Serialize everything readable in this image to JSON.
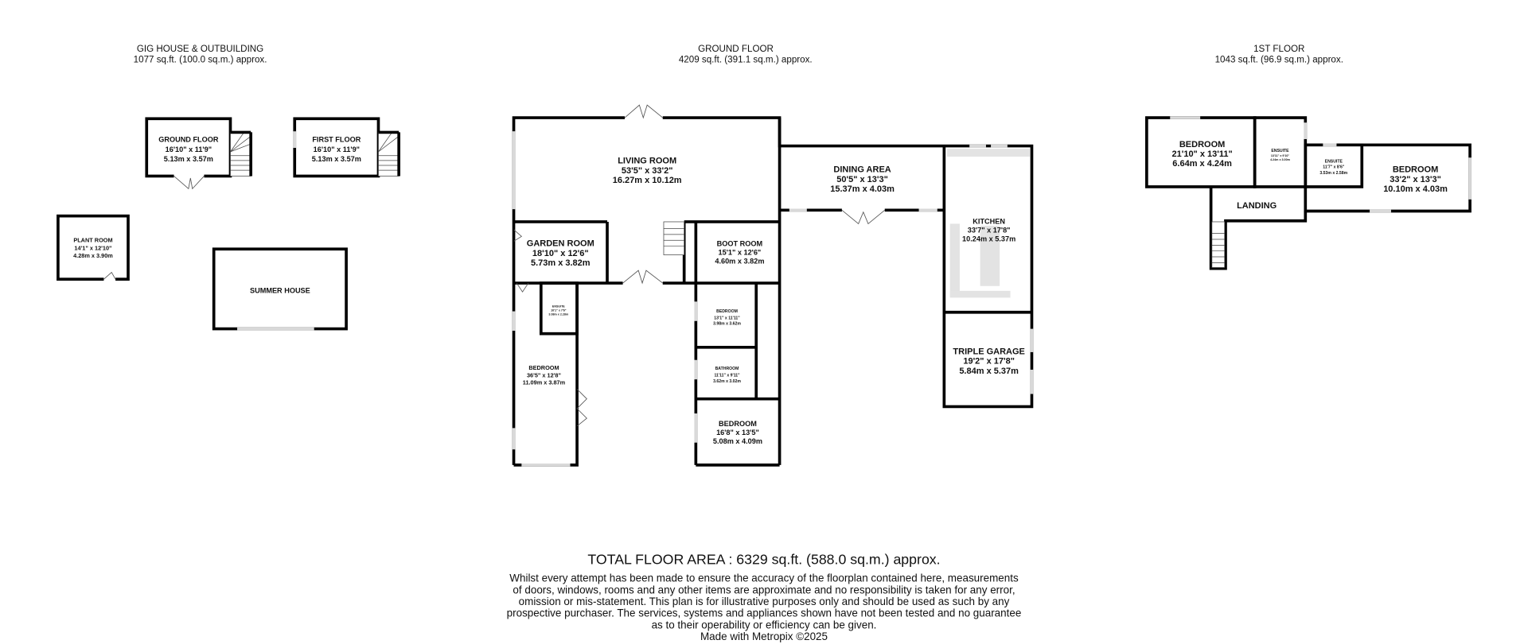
{
  "sections": {
    "gig": {
      "title": "GIG HOUSE & OUTBUILDING",
      "area": "1077 sq.ft. (100.0 sq.m.) approx."
    },
    "ground": {
      "title": "GROUND FLOOR",
      "area": "4209 sq.ft. (391.1 sq.m.) approx."
    },
    "first": {
      "title": "1ST FLOOR",
      "area": "1043 sq.ft. (96.9 sq.m.) approx."
    }
  },
  "gig_rooms": {
    "ground_floor": {
      "name": "GROUND FLOOR",
      "imperial": "16'10\"  x 11'9\"",
      "metric": "5.13m  x 3.57m"
    },
    "first_floor": {
      "name": "FIRST FLOOR",
      "imperial": "16'10\"  x 11'9\"",
      "metric": "5.13m  x 3.57m"
    },
    "plant_room": {
      "name": "PLANT ROOM",
      "imperial": "14'1\"  x 12'10\"",
      "metric": "4.28m  x 3.90m"
    },
    "summer_house": {
      "name": "SUMMER HOUSE"
    }
  },
  "ground_rooms": {
    "living_room": {
      "name": "LIVING ROOM",
      "imperial": "53'5\"  x 33'2\"",
      "metric": "16.27m  x 10.12m"
    },
    "dining_area": {
      "name": "DINING AREA",
      "imperial": "50'5\"  x 13'3\"",
      "metric": "15.37m  x 4.03m"
    },
    "kitchen": {
      "name": "KITCHEN",
      "imperial": "33'7\"  x 17'8\"",
      "metric": "10.24m  x 5.37m"
    },
    "triple_garage": {
      "name": "TRIPLE GARAGE",
      "imperial": "19'2\"  x 17'8\"",
      "metric": "5.84m  x 5.37m"
    },
    "garden_room": {
      "name": "GARDEN ROOM",
      "imperial": "18'10\"  x 12'6\"",
      "metric": "5.73m  x 3.82m"
    },
    "boot_room": {
      "name": "BOOT ROOM",
      "imperial": "15'1\"  x 12'6\"",
      "metric": "4.60m  x 3.82m"
    },
    "ensuite": {
      "name": "ENSUITE",
      "imperial": "10'1\"  x 7'6\"",
      "metric": "3.08m  x 2.28m"
    },
    "bedroom_left": {
      "name": "BEDROOM",
      "imperial": "36'5\"  x 12'8\"",
      "metric": "11.09m  x 3.87m"
    },
    "bedroom_small": {
      "name": "BEDROOM",
      "imperial": "13'1\"  x 11'11\"",
      "metric": "3.98m  x 3.62m"
    },
    "bathroom": {
      "name": "BATHROOM",
      "imperial": "11'11\"  x 9'11\"",
      "metric": "3.62m  x 3.02m"
    },
    "bedroom_bottom": {
      "name": "BEDROOM",
      "imperial": "16'8\"  x 13'5\"",
      "metric": "5.08m  x 4.09m"
    }
  },
  "first_rooms": {
    "bedroom_1": {
      "name": "BEDROOM",
      "imperial": "21'10\"  x 13'11\"",
      "metric": "6.64m  x 4.24m"
    },
    "ensuite_1": {
      "name": "ENSUITE",
      "imperial": "13'11\"  x 9'10\"",
      "metric": "4.24m  x 3.00m"
    },
    "ensuite_2": {
      "name": "ENSUITE",
      "imperial": "11'7\"  x 8'6\"",
      "metric": "3.53m  x 2.58m"
    },
    "bedroom_2": {
      "name": "BEDROOM",
      "imperial": "33'2\"  x 13'3\"",
      "metric": "10.10m  x 4.03m"
    },
    "landing": {
      "name": "LANDING"
    }
  },
  "footer": {
    "total": "TOTAL FLOOR AREA : 6329 sq.ft. (588.0 sq.m.) approx.",
    "disclaimer": [
      "Whilst every attempt has been made to ensure the accuracy of the floorplan contained here, measurements",
      "of doors, windows, rooms and any other items are approximate and no responsibility is taken for any error,",
      "omission or mis-statement. This plan is for illustrative purposes only and should be used as such by any",
      "prospective purchaser. The services, systems and appliances shown have not been tested and no guarantee",
      "as to their operability or efficiency can be given."
    ],
    "credit": "Made with Metropix ©2025"
  }
}
